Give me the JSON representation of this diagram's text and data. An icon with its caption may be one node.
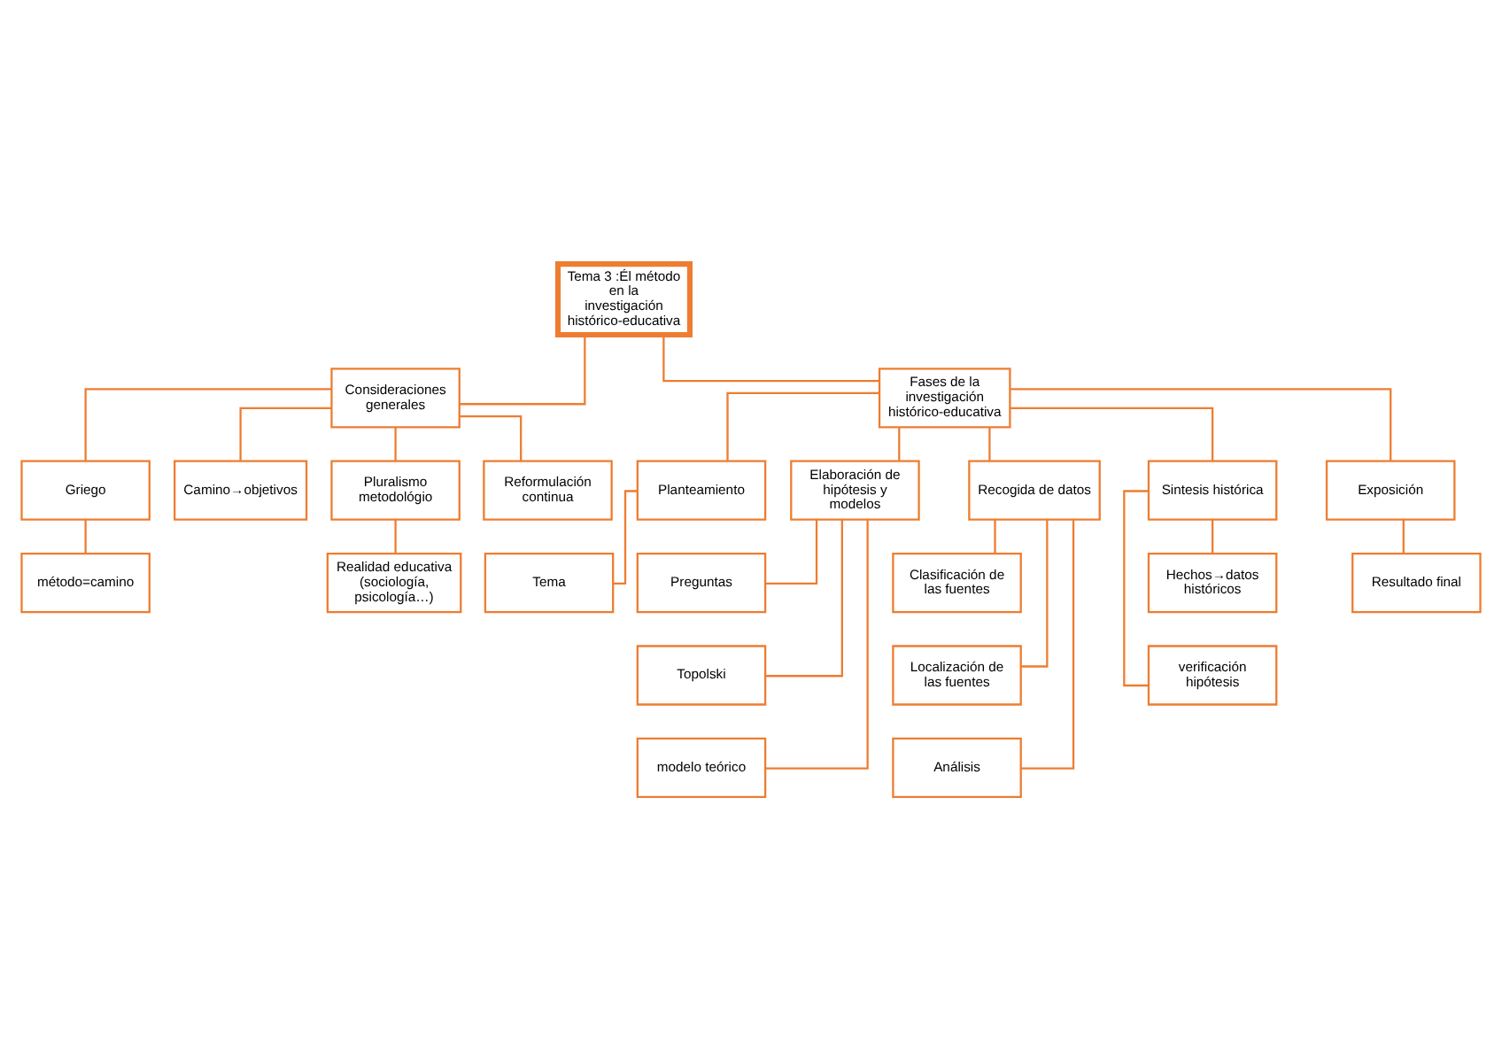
{
  "diagram": {
    "nodes": [
      {
        "text": [
          "Tema 3 :Él método en la investigación histórico-educativa"
        ]
      },
      {
        "text": [
          "Consideraciones generales"
        ]
      },
      {
        "text": [
          "Fases de la investigación histórico-educativa"
        ]
      },
      {
        "text": [
          "Griego"
        ]
      },
      {
        "text": [
          "Camino→objetivos"
        ]
      },
      {
        "text": [
          "Pluralismo metodológio"
        ]
      },
      {
        "text": [
          "Reformulación continua"
        ]
      },
      {
        "text": [
          "método=camino"
        ]
      },
      {
        "text": [
          "Realidad educativa (sociología, psicología…)"
        ]
      },
      {
        "text": [
          "Planteamiento"
        ]
      },
      {
        "text": [
          "Elaboración de hipótesis y modelos"
        ]
      },
      {
        "text": [
          "Recogida de datos"
        ]
      },
      {
        "text": [
          "Sintesis histórica"
        ]
      },
      {
        "text": [
          "Exposición"
        ]
      },
      {
        "text": [
          "Tema"
        ]
      },
      {
        "text": [
          "Preguntas"
        ]
      },
      {
        "text": [
          "Topolski"
        ]
      },
      {
        "text": [
          "modelo teórico"
        ]
      },
      {
        "text": [
          "Clasificación de las fuentes"
        ]
      },
      {
        "text": [
          "Localización de las fuentes"
        ]
      },
      {
        "text": [
          "Análisis"
        ]
      },
      {
        "text": [
          "Hechos→datos históricos"
        ]
      },
      {
        "text": [
          "verificación hipótesis"
        ]
      },
      {
        "text": [
          "Resultado final"
        ]
      }
    ],
    "edges": [
      {
        "from": 0,
        "to": 1,
        "arrow": "none"
      },
      {
        "from": 0,
        "to": 2,
        "arrow": "none"
      },
      {
        "from": 1,
        "to": 3,
        "arrow": "none"
      },
      {
        "from": 1,
        "to": 4,
        "arrow": "none"
      },
      {
        "from": 1,
        "to": 5,
        "arrow": "none"
      },
      {
        "from": 1,
        "to": 6,
        "arrow": "none"
      },
      {
        "from": 3,
        "to": 7,
        "arrow": "none"
      },
      {
        "from": 5,
        "to": 8,
        "arrow": "none"
      },
      {
        "from": 2,
        "to": 9,
        "arrow": "none"
      },
      {
        "from": 2,
        "to": 10,
        "arrow": "none"
      },
      {
        "from": 2,
        "to": 11,
        "arrow": "none"
      },
      {
        "from": 2,
        "to": 12,
        "arrow": "none"
      },
      {
        "from": 2,
        "to": 13,
        "arrow": "none"
      },
      {
        "from": 9,
        "to": 14,
        "arrow": "none"
      },
      {
        "from": 10,
        "to": 15,
        "arrow": "none"
      },
      {
        "from": 10,
        "to": 16,
        "arrow": "none"
      },
      {
        "from": 10,
        "to": 17,
        "arrow": "none"
      },
      {
        "from": 11,
        "to": 18,
        "arrow": "none"
      },
      {
        "from": 11,
        "to": 19,
        "arrow": "none"
      },
      {
        "from": 11,
        "to": 20,
        "arrow": "none"
      },
      {
        "from": 12,
        "to": 21,
        "arrow": "none"
      },
      {
        "from": 12,
        "to": 22,
        "arrow": "none"
      },
      {
        "from": 13,
        "to": 23,
        "arrow": "none"
      }
    ]
  }
}
